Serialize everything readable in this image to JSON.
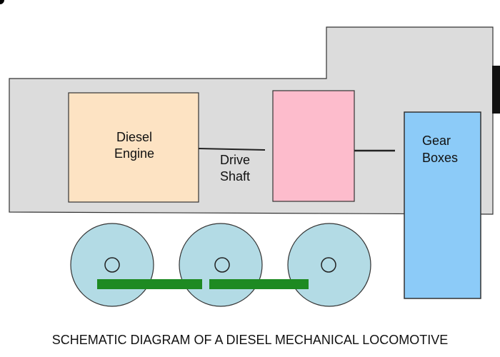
{
  "diagram": {
    "caption": "SCHEMATIC DIAGRAM OF A DIESEL MECHANICAL LOCOMOTIVE",
    "engine": {
      "line1": "Diesel",
      "line2": "Engine"
    },
    "shaft": {
      "line1": "Drive",
      "line2": "Shaft"
    },
    "gearbox": {
      "line1": "Gear",
      "line2": "Boxes"
    }
  },
  "colors": {
    "body": "#dcdcdc",
    "engine": "#fde3c3",
    "coupling": "#fdbccc",
    "gearbox": "#8ccbf8",
    "wheel": "#b3dbe5",
    "rod": "#1e8a22",
    "outline": "#333333"
  }
}
